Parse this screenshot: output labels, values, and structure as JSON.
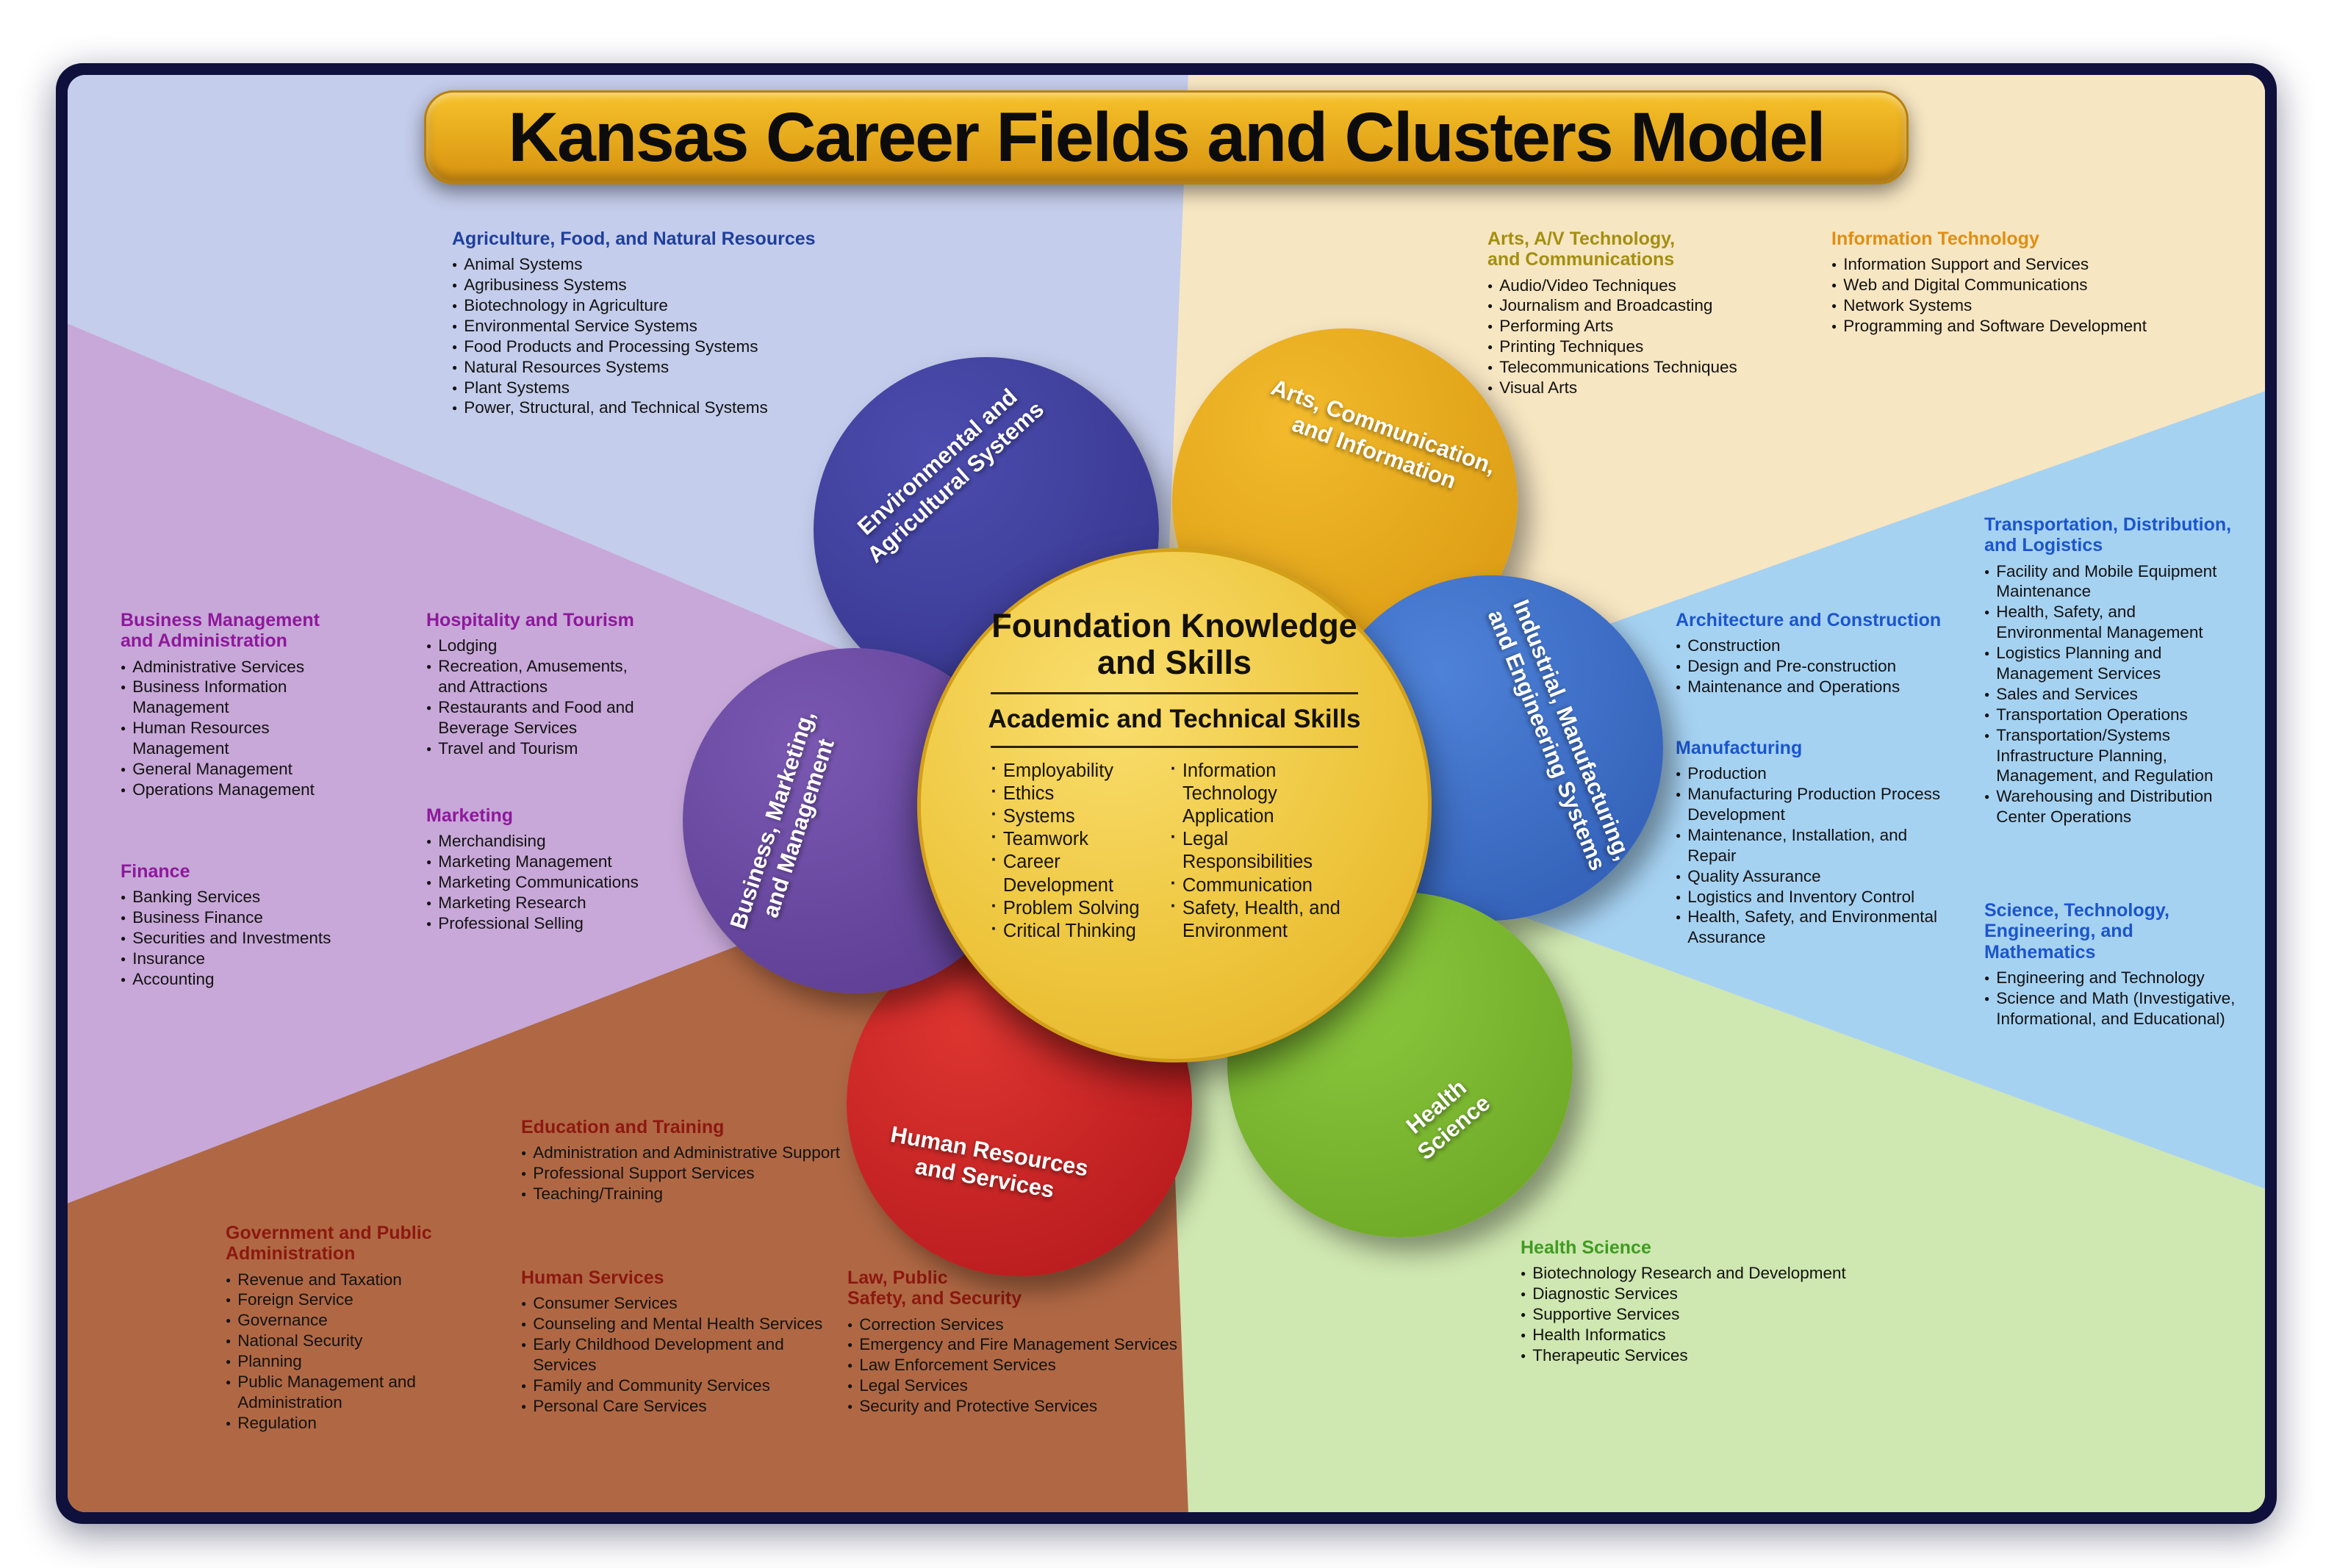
{
  "title": "Kansas Career Fields and Clusters Model",
  "center": {
    "title": "Foundation Knowledge\nand Skills",
    "subtitle": "Academic and Technical Skills",
    "skills_left": [
      "Employability",
      "Ethics",
      "Systems",
      "Teamwork",
      "Career Development",
      "Problem Solving",
      "Critical Thinking"
    ],
    "skills_right": [
      "Information Technology Application",
      "Legal Responsibilities",
      "Communication",
      "Safety, Health, and Environment"
    ]
  },
  "petals": {
    "environmental": {
      "label": "Environmental and\nAgricultural Systems",
      "color": "#3a3a92"
    },
    "arts": {
      "label": "Arts, Communication,\nand Information",
      "color": "#e3a81e"
    },
    "industrial": {
      "label": "Industrial, Manufacturing,\nand Engineering Systems",
      "color": "#3a6ec4"
    },
    "health": {
      "label": "Health\nScience",
      "color": "#7ab92e"
    },
    "human_resources": {
      "label": "Human Resources\nand Services",
      "color": "#c51e24"
    },
    "business": {
      "label": "Business, Marketing,\nand Management",
      "color": "#64469c"
    }
  },
  "clusters": {
    "agriculture": {
      "heading": "Agriculture, Food, and Natural Resources",
      "items": [
        "Animal Systems",
        "Agribusiness Systems",
        "Biotechnology in Agriculture",
        "Environmental Service Systems",
        "Food Products and Processing Systems",
        "Natural Resources Systems",
        "Plant Systems",
        "Power, Structural, and Technical Systems"
      ]
    },
    "arts_av": {
      "heading": "Arts, A/V Technology,\nand Communications",
      "items": [
        "Audio/Video Techniques",
        "Journalism and Broadcasting",
        "Performing Arts",
        "Printing Techniques",
        "Telecommunications Techniques",
        "Visual Arts"
      ]
    },
    "info_tech": {
      "heading": "Information Technology",
      "items": [
        "Information Support and Services",
        "Web and Digital Communications",
        "Network Systems",
        "Programming and Software Development"
      ]
    },
    "business_mgmt": {
      "heading": "Business Management\nand Administration",
      "items": [
        "Administrative Services",
        "Business Information Management",
        "Human Resources Management",
        "General Management",
        "Operations Management"
      ]
    },
    "finance": {
      "heading": "Finance",
      "items": [
        "Banking Services",
        "Business Finance",
        "Securities and Investments",
        "Insurance",
        "Accounting"
      ]
    },
    "hospitality": {
      "heading": "Hospitality and Tourism",
      "items": [
        "Lodging",
        "Recreation, Amusements, and Attractions",
        "Restaurants and Food and Beverage Services",
        "Travel and Tourism"
      ]
    },
    "marketing": {
      "heading": "Marketing",
      "items": [
        "Merchandising",
        "Marketing Management",
        "Marketing Communications",
        "Marketing Research",
        "Professional Selling"
      ]
    },
    "transportation": {
      "heading": "Transportation, Distribution,\nand Logistics",
      "items": [
        "Facility and Mobile Equipment Maintenance",
        "Health, Safety, and Environmental Management",
        "Logistics Planning and Management Services",
        "Sales and Services",
        "Transportation Operations",
        "Transportation/Systems Infrastructure Planning, Management, and Regulation",
        "Warehousing and Distribution Center Operations"
      ]
    },
    "stem": {
      "heading": "Science, Technology,\nEngineering, and\nMathematics",
      "items": [
        "Engineering and Technology",
        "Science and Math (Investigative, Informational, and Educational)"
      ]
    },
    "architecture": {
      "heading": "Architecture and Construction",
      "items": [
        "Construction",
        "Design and Pre-construction",
        "Maintenance and Operations"
      ]
    },
    "manufacturing": {
      "heading": "Manufacturing",
      "items": [
        "Production",
        "Manufacturing Production Process Development",
        "Maintenance, Installation, and Repair",
        "Quality Assurance",
        "Logistics and Inventory Control",
        "Health, Safety, and Environmental Assurance"
      ]
    },
    "government": {
      "heading": "Government and Public\nAdministration",
      "items": [
        "Revenue and Taxation",
        "Foreign Service",
        "Governance",
        "National Security",
        "Planning",
        "Public Management and Administration",
        "Regulation"
      ]
    },
    "education": {
      "heading": "Education and Training",
      "items": [
        "Administration and Administrative Support",
        "Professional Support Services",
        "Teaching/Training"
      ]
    },
    "human_services": {
      "heading": "Human Services",
      "items": [
        "Consumer Services",
        "Counseling and Mental Health Services",
        "Early Childhood Development and Services",
        "Family and Community Services",
        "Personal Care Services"
      ]
    },
    "law": {
      "heading": "Law, Public\nSafety, and Security",
      "items": [
        "Correction Services",
        "Emergency and Fire Management Services",
        "Law Enforcement Services",
        "Legal Services",
        "Security and Protective Services"
      ]
    },
    "health_science": {
      "heading": "Health Science",
      "items": [
        "Biotechnology Research and Development",
        "Diagnostic Services",
        "Supportive Services",
        "Health Informatics",
        "Therapeutic Services"
      ]
    }
  },
  "colors": {
    "wedge_top_left": "#c4cdeb",
    "wedge_top_right": "#f7e6c2",
    "wedge_right": "#a6d2f2",
    "wedge_bottom_right": "#cfe7b0",
    "wedge_bottom_left": "#b06844",
    "wedge_left": "#c8a8d8",
    "title_bar_gold": "#e9a912",
    "core_circle_yellow": "#eec63e"
  }
}
